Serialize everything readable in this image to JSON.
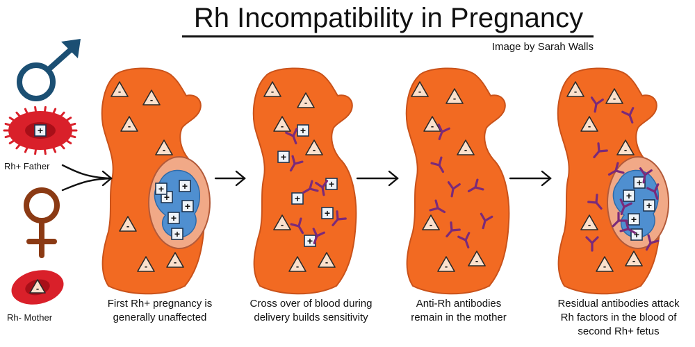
{
  "title": "Rh Incompatibility in Pregnancy",
  "credit": "Image by Sarah Walls",
  "parents": {
    "father": {
      "label": "Rh+ Father",
      "symbol": "male-symbol",
      "cell_marker": "+"
    },
    "mother": {
      "label": "Rh- Mother",
      "symbol": "female-symbol",
      "cell_marker": "-"
    }
  },
  "stages": [
    {
      "caption": [
        "First Rh+ pregnancy is",
        "generally unaffected"
      ]
    },
    {
      "caption": [
        "Cross over of blood during",
        "delivery builds sensitivity"
      ]
    },
    {
      "caption": [
        "Anti-Rh antibodies",
        "remain in the mother"
      ]
    },
    {
      "caption": [
        "Residual antibodies attack",
        "Rh factors in the blood of",
        "second Rh+ fetus"
      ]
    }
  ],
  "markers": {
    "rh_negative": "-",
    "rh_positive": "+"
  },
  "colors": {
    "body": "#f26a22",
    "body_stroke": "#c9521a",
    "womb": "#f1a987",
    "womb_stroke": "#b25a3a",
    "fetus_blood": "#4f8fd0",
    "antibody": "#7a2a7a",
    "male": "#1b4f73",
    "female": "#8b3a14",
    "rbc": "#d9202a",
    "marker_fill": "#fbe0cc"
  }
}
